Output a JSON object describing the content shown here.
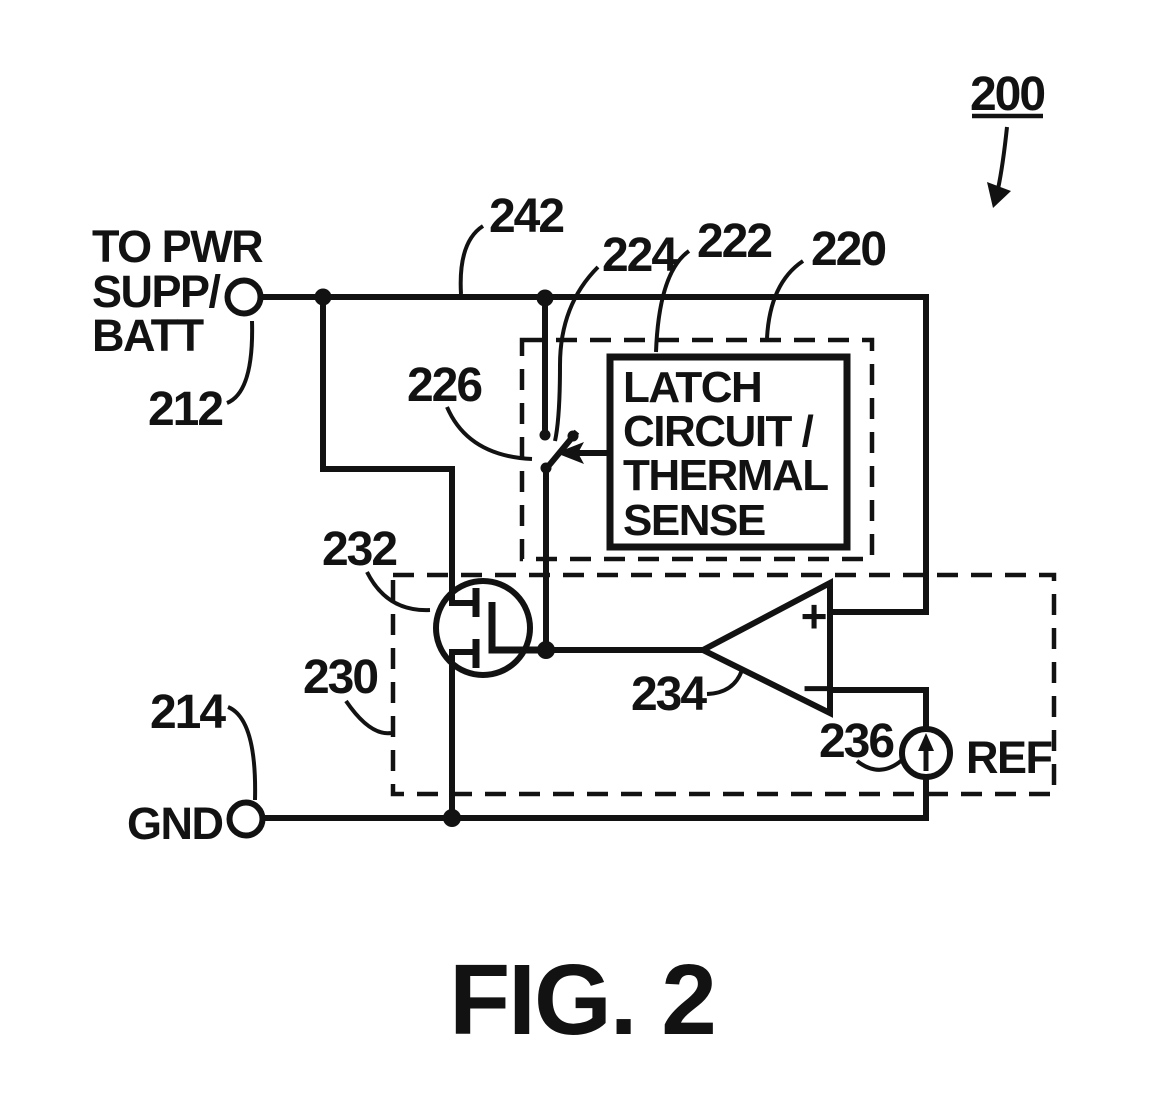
{
  "figure": {
    "caption": "FIG. 2",
    "reference_numeral": "200"
  },
  "terminals": {
    "power": {
      "line1": "TO PWR",
      "line2": "SUPP/",
      "line3": "BATT",
      "ref": "212"
    },
    "ground": {
      "label": "GND",
      "ref": "214"
    }
  },
  "blocks": {
    "control_dashed_box": {
      "ref": "220"
    },
    "latch": {
      "ref": "222",
      "line1": "LATCH",
      "line2": "CIRCUIT /",
      "line3": "THERMAL",
      "line4": "SENSE"
    },
    "lower_dashed_box": {
      "ref": "230"
    }
  },
  "components": {
    "supply_rail": {
      "ref": "242"
    },
    "switch_node": {
      "ref": "224"
    },
    "switch": {
      "ref": "226"
    },
    "mosfet": {
      "ref": "232"
    },
    "comparator": {
      "ref": "234",
      "plus": "+",
      "minus": "−"
    },
    "reference_source": {
      "ref": "236",
      "label": "REF"
    }
  },
  "colors": {
    "ink": "#121212",
    "background": "#ffffff"
  }
}
